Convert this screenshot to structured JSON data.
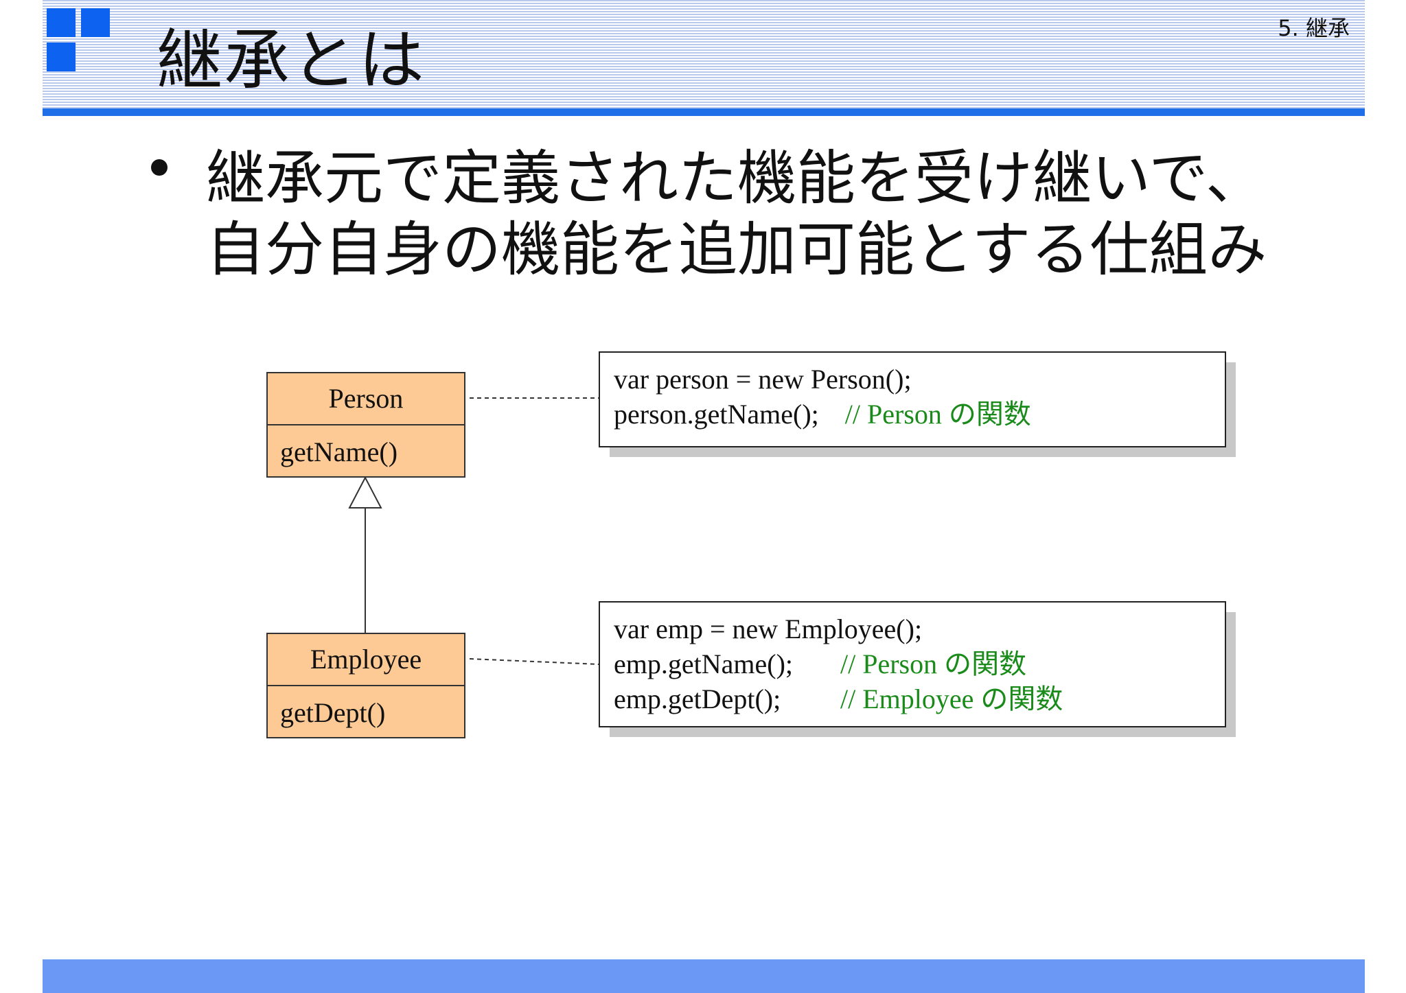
{
  "slide": {
    "title": "継承とは",
    "section": "5. 継承"
  },
  "bullet": {
    "line1": "継承元で定義された機能を受け継いで、",
    "line2": "自分自身の機能を追加可能とする仕組み"
  },
  "diagram": {
    "parent_class": {
      "name": "Person",
      "method": "getName()"
    },
    "child_class": {
      "name": "Employee",
      "method": "getDept()"
    },
    "code_person": {
      "line1": "var person = new Person();",
      "line2_code": "person.getName();",
      "line2_comment": "// Person の関数"
    },
    "code_emp": {
      "line1": "var emp = new Employee();",
      "line2_code": "emp.getName();",
      "line2_comment": "// Person の関数",
      "line3_code": "emp.getDept();",
      "line3_comment": "// Employee の関数"
    }
  },
  "colors": {
    "accent_blue": "#1f6fe8",
    "class_fill": "#fdc994",
    "comment_green": "#1a8a1a"
  }
}
